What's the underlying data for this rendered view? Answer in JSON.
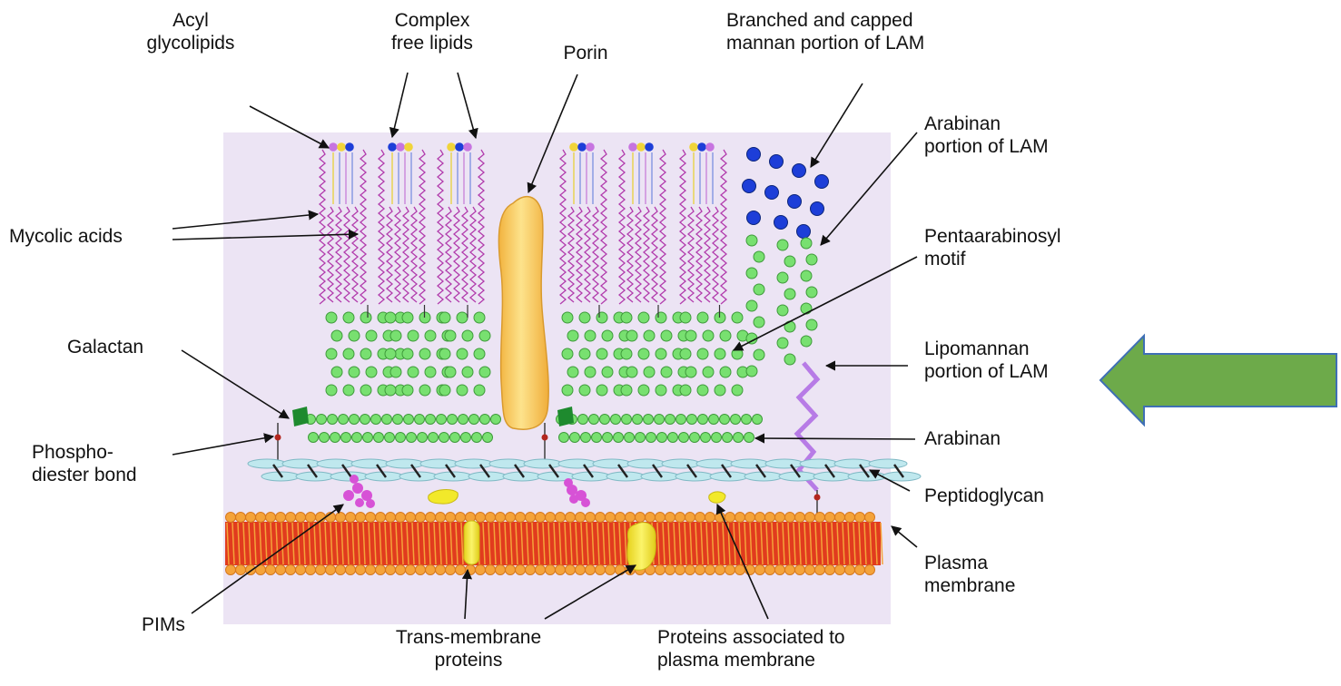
{
  "labels": {
    "acyl_glycolipids": "Acyl\nglycolipids",
    "complex_free_lipids": "Complex\nfree lipids",
    "porin": "Porin",
    "mannan_portion": "Branched and capped\nmannan portion of LAM",
    "arabinan_portion": "Arabinan\nportion of LAM",
    "mycolic_acids": "Mycolic acids",
    "pentaarabinosyl_motif": "Pentaarabinosyl\nmotif",
    "galactan": "Galactan",
    "lipomannan_portion": "Lipomannan\nportion of LAM",
    "phosphodiester_bond": "Phospho-\ndiester bond",
    "arabinan": "Arabinan",
    "peptidoglycan": "Peptidoglycan",
    "plasma_membrane": "Plasma\nmembrane",
    "pims": "PIMs",
    "trans_membrane_proteins": "Trans-membrane\nproteins",
    "membrane_proteins": "Proteins associated to\nplasma membrane"
  },
  "colors": {
    "background_panel": "#ece4f4",
    "mycolic_chain": "#b23cad",
    "arabinose_green": "#78e070",
    "mannose_blue": "#1d3ed8",
    "peptidoglycan": "#bfe8ee",
    "membrane_orange": "#f4a33a",
    "membrane_red": "#e13b1e",
    "protein_yellow": "#f2e92a",
    "porin": "#f5c35a",
    "lipomannan_purple": "#b77be6",
    "highlight_arrow": "#6daa4a"
  }
}
